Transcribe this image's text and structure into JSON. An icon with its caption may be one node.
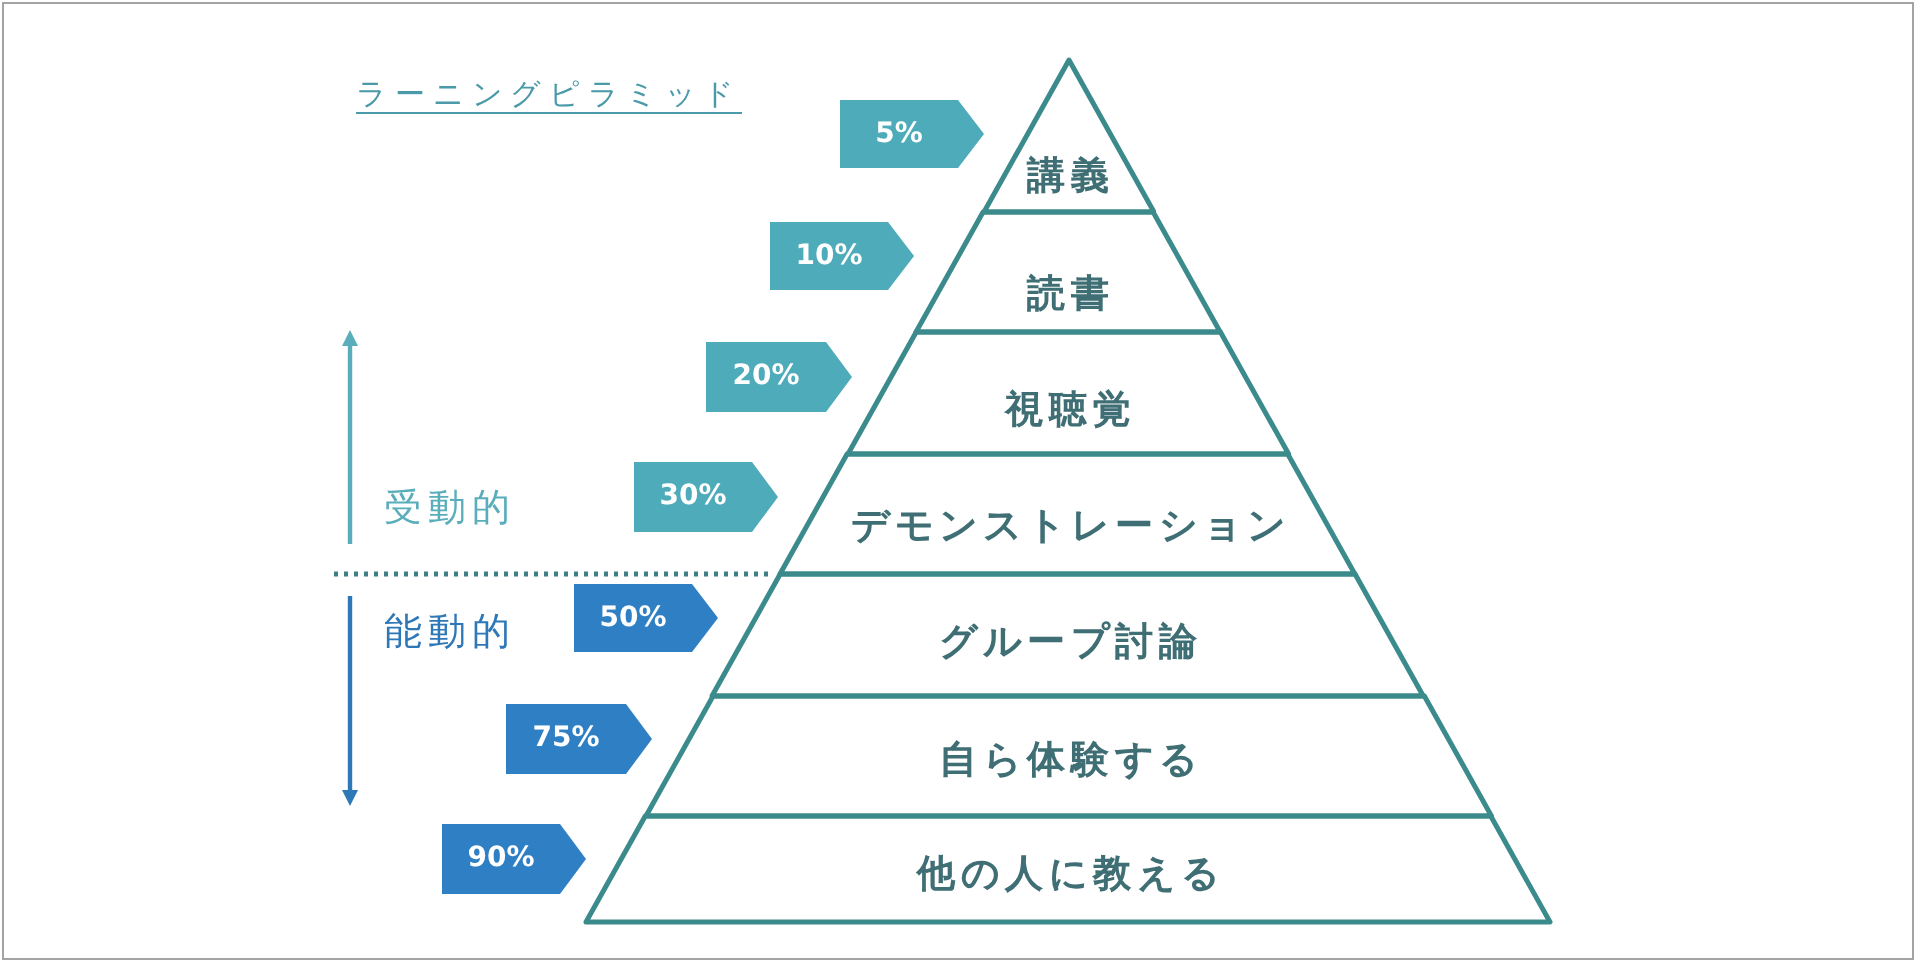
{
  "diagram": {
    "title": "ラーニングピラミッド",
    "nodes": [
      {
        "text": [
          "5%"
        ]
      },
      {
        "text": [
          "講義"
        ]
      },
      {
        "text": [
          "10%"
        ]
      },
      {
        "text": [
          "読書"
        ]
      },
      {
        "text": [
          "20%"
        ]
      },
      {
        "text": [
          "視聴覚"
        ]
      },
      {
        "text": [
          "30%"
        ]
      },
      {
        "text": [
          "デモンストレーション"
        ]
      },
      {
        "text": [
          "50%"
        ]
      },
      {
        "text": [
          "グループ討論"
        ]
      },
      {
        "text": [
          "75%"
        ]
      },
      {
        "text": [
          "自ら体験する"
        ]
      },
      {
        "text": [
          "90%"
        ]
      },
      {
        "text": [
          "他の人に教える"
        ]
      }
    ],
    "labels": [
      "受動的",
      "能動的"
    ]
  }
}
